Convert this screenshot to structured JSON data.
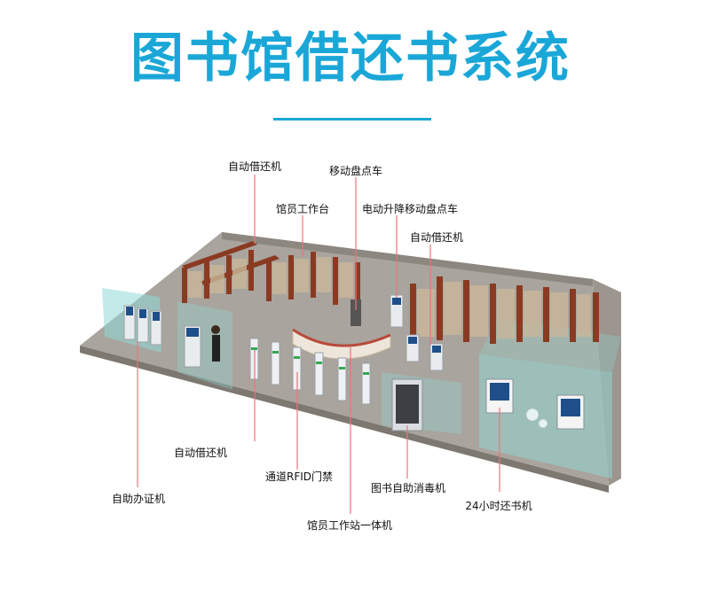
{
  "title": "图书馆借还书系统",
  "callouts": {
    "self_service_top_left": "自动借还机",
    "inventory_cart": "移动盘点车",
    "librarian_desk": "馆员工作台",
    "electric_lift_cart": "电动升降移动盘点车",
    "self_service_top_right": "自动借还机",
    "self_service_bottom": "自动借还机",
    "rfid_gate": "通道RFID门禁",
    "disinfector": "图书自助消毒机",
    "return_24h": "24小时还书机",
    "card_machine": "自助办证机",
    "workstation": "馆员工作站一体机"
  },
  "colors": {
    "accent": "#1aa7d8",
    "leader": "#e8747c",
    "floor": "#a9a49d",
    "wall": "#8c877f",
    "shelf": "#8b3a22",
    "glass": "#8fd9d6"
  }
}
